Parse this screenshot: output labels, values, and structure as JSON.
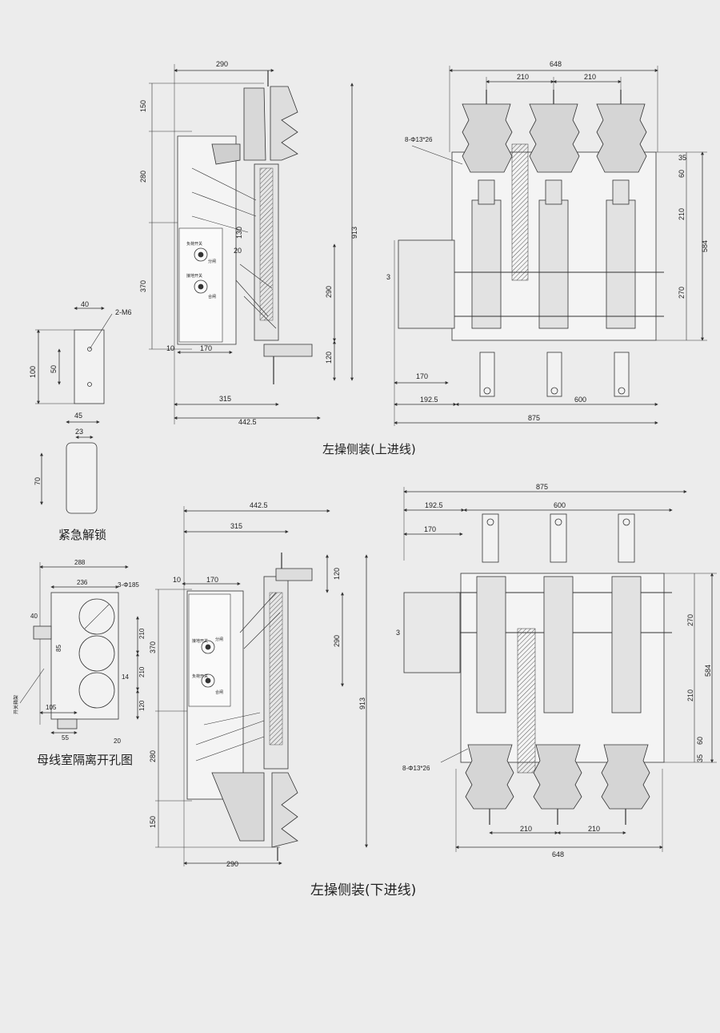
{
  "captions": {
    "top_assembly": "左操侧装(上进线)",
    "bottom_assembly": "左操侧装(下进线)",
    "emergency_unlock": "紧急解锁",
    "busbar_hole_plan": "母线室隔离开孔图"
  },
  "top_side_view": {
    "dims": [
      "290",
      "150",
      "280",
      "913",
      "130",
      "20",
      "370",
      "290",
      "10",
      "170",
      "120",
      "315",
      "442.5"
    ]
  },
  "top_front_view": {
    "dims": [
      "648",
      "210",
      "210",
      "35",
      "60",
      "210",
      "584",
      "270",
      "3",
      "170",
      "192.5",
      "600",
      "875"
    ],
    "hole_note": "8-Φ13*26"
  },
  "bottom_side_view": {
    "dims": [
      "442.5",
      "315",
      "120",
      "10",
      "170",
      "370",
      "290",
      "913",
      "280",
      "150",
      "290"
    ]
  },
  "bottom_front_view": {
    "dims": [
      "875",
      "192.5",
      "600",
      "170",
      "270",
      "584",
      "3",
      "210",
      "60",
      "35",
      "210",
      "210",
      "648"
    ],
    "hole_note": "8-Φ13*26"
  },
  "unlock_detail": {
    "dims": [
      "40",
      "2-M6",
      "100",
      "50",
      "45",
      "23",
      "70"
    ]
  },
  "busbar_detail": {
    "dims": [
      "288",
      "236",
      "3-Φ185",
      "40",
      "210",
      "85",
      "210",
      "14",
      "120",
      "105",
      "55",
      "20"
    ],
    "side_label": "开关箱架"
  },
  "panel_text": {
    "top_labels": [
      "负荷开关",
      "接地开关"
    ],
    "bottom_labels": [
      "接地开关",
      "负荷开关"
    ],
    "switch_states": [
      "分闸",
      "合闸"
    ]
  }
}
